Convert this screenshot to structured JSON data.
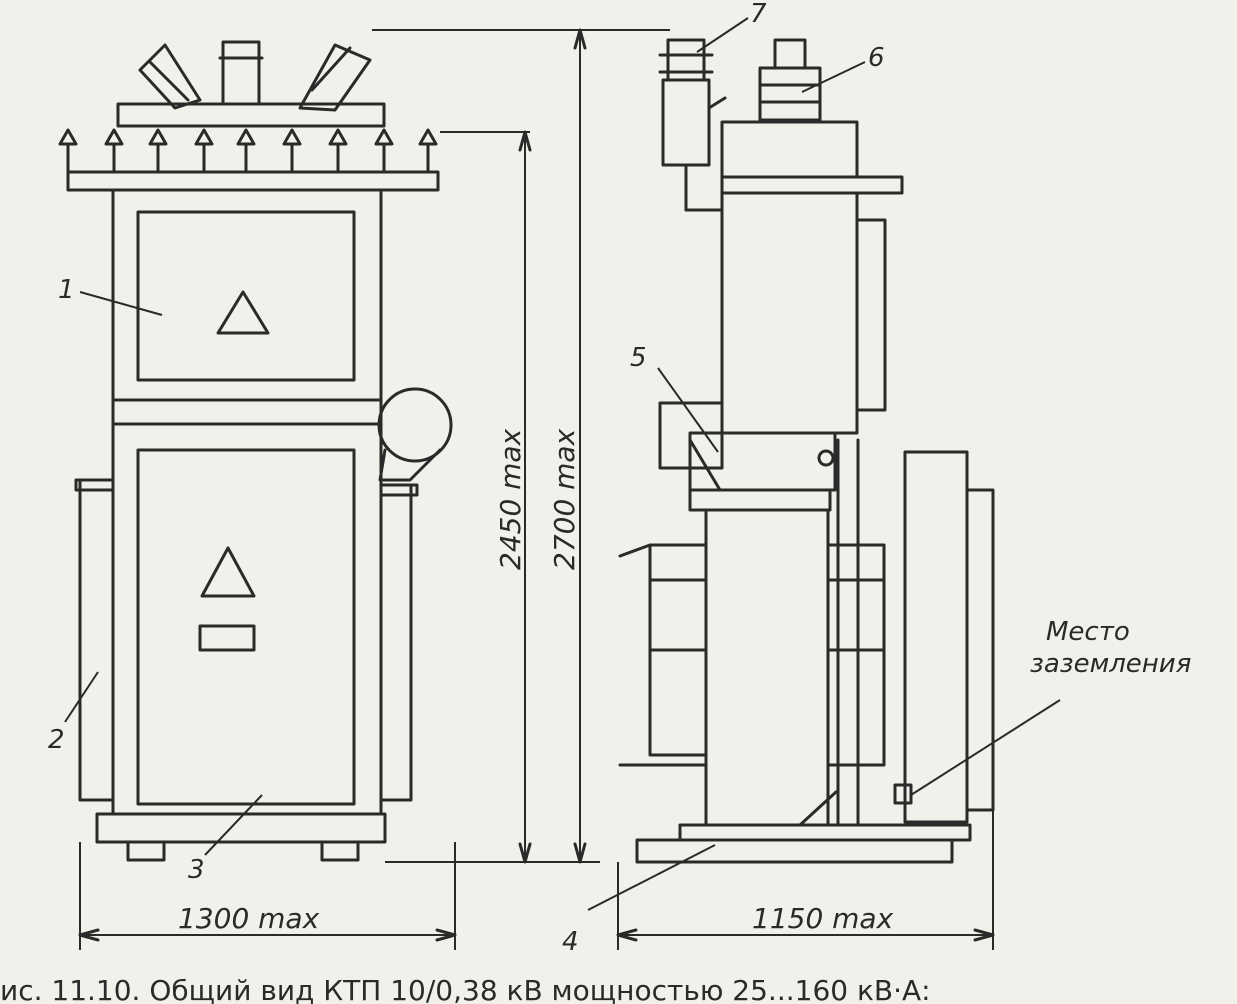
{
  "diagram": {
    "callouts": {
      "n1": "1",
      "n2": "2",
      "n3": "3",
      "n4": "4",
      "n5": "5",
      "n6": "6",
      "n7": "7"
    },
    "dimensions": {
      "height_inner": "2450 max",
      "height_total": "2700 max",
      "width_front": "1300 max",
      "width_side": "1150 max"
    },
    "grounding_label_line1": "Место",
    "grounding_label_line2": "заземления",
    "caption": "ис. 11.10. Общий вид КТП 10/0,38 кВ мощностью 25...160 кВ·А:"
  }
}
